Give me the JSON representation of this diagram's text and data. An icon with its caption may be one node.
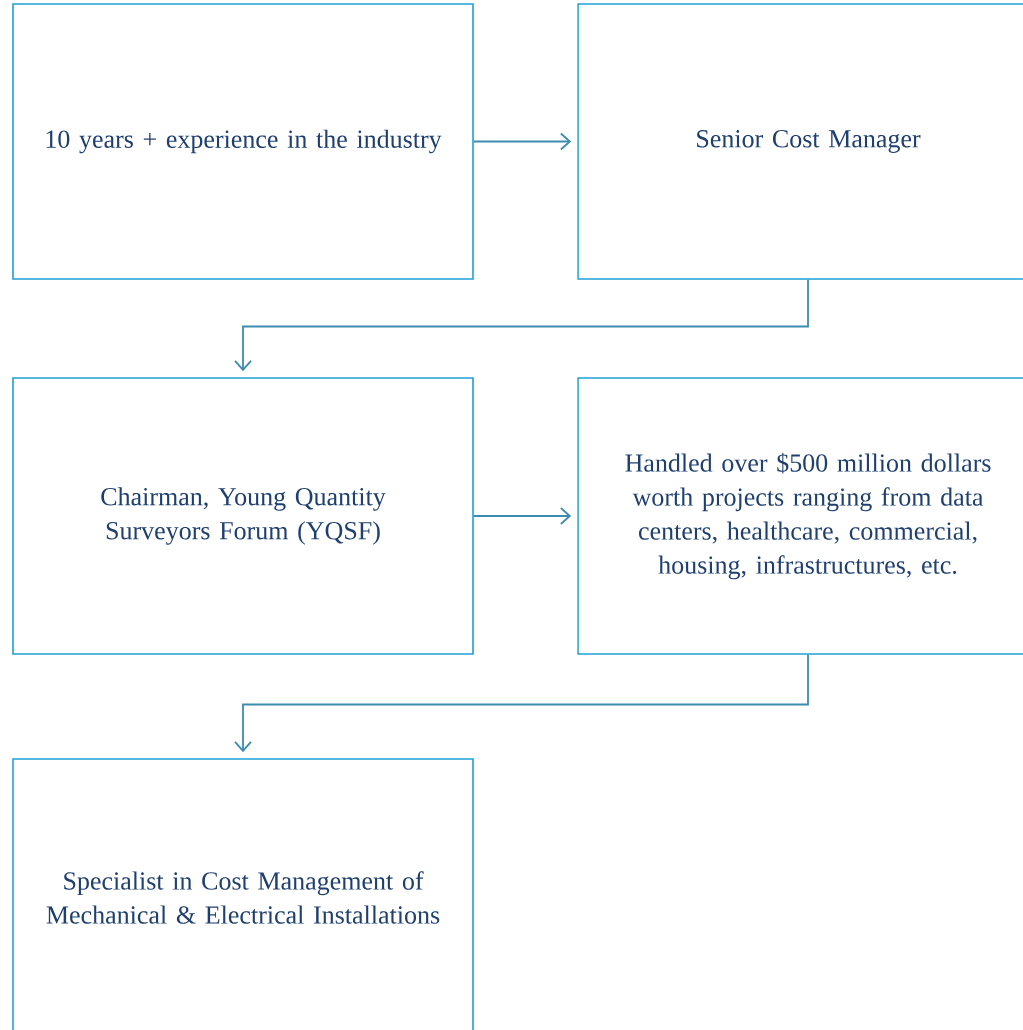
{
  "diagram": {
    "nodes": [
      {
        "text": [
          "10 years + experience in the industry"
        ]
      },
      {
        "text": [
          "Senior Cost Manager"
        ]
      },
      {
        "text": [
          "Chairman, Young Quantity Surveyors Forum (YQSF)"
        ]
      },
      {
        "text": [
          "Handled over $500 million dollars worth projects ranging from data centers, healthcare, commercial, housing, infrastructures, etc."
        ]
      },
      {
        "text": [
          "Specialist in Cost Management of Mechanical & Electrical Installations"
        ]
      }
    ],
    "edges": [
      {
        "from": 0,
        "to": 1,
        "arrow": "to"
      },
      {
        "from": 1,
        "to": 2,
        "arrow": "to"
      },
      {
        "from": 2,
        "to": 3,
        "arrow": "to"
      },
      {
        "from": 3,
        "to": 4,
        "arrow": "to"
      }
    ]
  }
}
